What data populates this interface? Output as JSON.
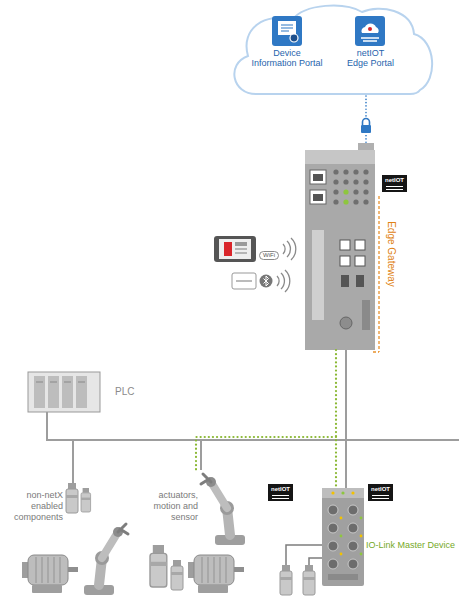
{
  "diagram": {
    "nodes": [
      {
        "text": [
          "Device Information Portal"
        ]
      },
      {
        "text": [
          "netIOT Edge Portal"
        ]
      },
      {
        "text": [
          "Edge Gateway"
        ]
      },
      {
        "text": [
          "netIOT"
        ]
      },
      {
        "text": [
          "PLC"
        ]
      },
      {
        "text": [
          "netIOT"
        ]
      },
      {
        "text": [
          "IO-Link Master Device"
        ]
      },
      {
        "text": [
          "netIOT"
        ]
      }
    ],
    "edges": [
      {
        "from": 2,
        "to": 6,
        "arrow": "none"
      }
    ],
    "labels": [
      "WiFi",
      "non-netX enabled components",
      "actuators, motion and sensor"
    ]
  }
}
